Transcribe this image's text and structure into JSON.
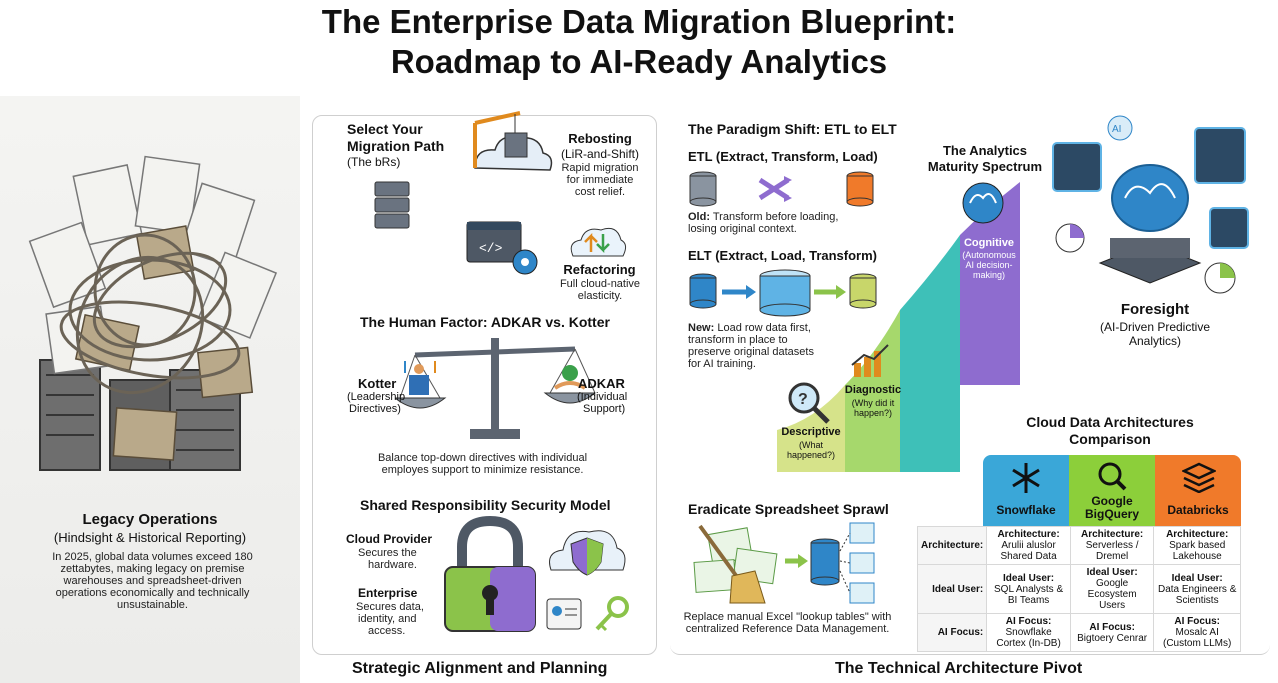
{
  "title": {
    "line1": "The Enterprise Data Migration Blueprint:",
    "line2": "Roadmap to AI-Ready Analytics"
  },
  "legacy": {
    "heading": "Legacy Operations",
    "subheading": "(Hindsight & Historical Reporting)",
    "body": "In 2025, global data volumes exceed 180 zettabytes, making legacy on premise warehouses and spreadsheet-driven operations economically and technically unsustainable."
  },
  "migration": {
    "heading_line1": "Select Your",
    "heading_line2": "Migration Path",
    "sub": "(The bRs)",
    "rehosting_title": "Rebosting",
    "rehosting_sub": "(LiR-and-Shift)",
    "rehosting_desc1": "Rapid migration",
    "rehosting_desc2": "for immediate",
    "rehosting_desc3": "cost relief.",
    "refactoring_title": "Refactoring",
    "refactoring_desc1": "Full cloud-native",
    "refactoring_desc2": "elasticity."
  },
  "human": {
    "heading": "The Human Factor: ADKAR vs. Kotter",
    "kotter": "Kotter",
    "kotter_sub1": "(Leadership",
    "kotter_sub2": "Directives)",
    "adkar": "ADKAR",
    "adkar_sub1": "(Individual",
    "adkar_sub2": "Support)",
    "caption1": "Balance top-down directives with individual",
    "caption2": "employes support to minimize resistance."
  },
  "security": {
    "heading": "Shared Responsibility Security Model",
    "provider": "Cloud Provider",
    "provider_desc1": "Secures the",
    "provider_desc2": "hardware.",
    "enterprise": "Enterprise",
    "enterprise_desc1": "Secures data,",
    "enterprise_desc2": "identity, and",
    "enterprise_desc3": "access."
  },
  "etl": {
    "heading": "The Paradigm Shift: ETL to ELT",
    "etl_label": "ETL (Extract, Transform, Load)",
    "etl_old_bold": "Old:",
    "etl_old1": " Transform before loading,",
    "etl_old2": "losing original context.",
    "elt_label": "ELT (Extract, Load, Transform)",
    "elt_new_bold": "New:",
    "elt_new1": " Load row data first,",
    "elt_new2": "transform in place to",
    "elt_new3": "preserve original datasets",
    "elt_new4": "for AI training."
  },
  "maturity": {
    "heading1": "The Analytics",
    "heading2": "Maturity Spectrum",
    "cognitive": "Cognitive",
    "cognitive_sub1": "(Autonomous",
    "cognitive_sub2": "AI decision-",
    "cognitive_sub3": "making)",
    "diagnostic": "Diagnostic",
    "diagnostic_sub1": "(Why did it",
    "diagnostic_sub2": "happen?)",
    "descriptive": "Descriptive",
    "descriptive_sub1": "(What",
    "descriptive_sub2": "happened?)",
    "foresight": "Foresight",
    "foresight_sub1": "(AI-Driven Predictive",
    "foresight_sub2": "Analytics)"
  },
  "spreadsheet": {
    "heading": "Eradicate Spreadsheet Sprawl",
    "caption1": "Replace manual Excel \"lookup tables\" with",
    "caption2": "centralized Reference Data Management."
  },
  "cloud": {
    "heading1": "Cloud Data Architectures",
    "heading2": "Comparison",
    "vendors": [
      "Snowflake",
      "Google BigQuery",
      "Databricks"
    ],
    "row_labels": [
      "Architecture:",
      "Ideal User:",
      "AI Focus:"
    ],
    "rows": [
      [
        {
          "k": "Architecture:",
          "v": "Aruliі aluslor Shared Data"
        },
        {
          "k": "Architecture:",
          "v": "Serverless / Dremel"
        },
        {
          "k": "Architecture:",
          "v": "Spark based Lakehouse"
        }
      ],
      [
        {
          "k": "Ideal User:",
          "v": "SQL Analysts & BI Teams"
        },
        {
          "k": "Ideal User:",
          "v": "Google Ecosystem Users"
        },
        {
          "k": "Ideal User:",
          "v": "Data Engineers & Scientists"
        }
      ],
      [
        {
          "k": "AI Focus:",
          "v": "Snowflake Cortex (In-DB)"
        },
        {
          "k": "AI Focus:",
          "v": "Bigtoery Cenrar"
        },
        {
          "k": "AI Focus:",
          "v": "Mosalc AI (Custom LLMs)"
        }
      ]
    ],
    "colors": {
      "snowflake": "#3aa7d8",
      "bigquery": "#8ccf3a",
      "databricks": "#f07a2a"
    }
  },
  "footer": {
    "left": "Strategic Alignment and Planning",
    "right": "The Technical Architecture Pivot"
  },
  "icons": [
    "server-stack-icon",
    "crane-cloud-icon",
    "code-window-icon",
    "cloud-arrows-icon",
    "balance-scale-icon",
    "padlock-icon",
    "shield-cloud-icon",
    "key-icon",
    "id-badge-icon",
    "database-icon",
    "shuffle-icon",
    "lake-icon",
    "arrow-icon",
    "magnifier-icon",
    "bar-chart-icon",
    "brain-icon",
    "broom-icon",
    "spreadsheet-icon",
    "snowflake-icon",
    "bigquery-icon",
    "databricks-icon"
  ]
}
